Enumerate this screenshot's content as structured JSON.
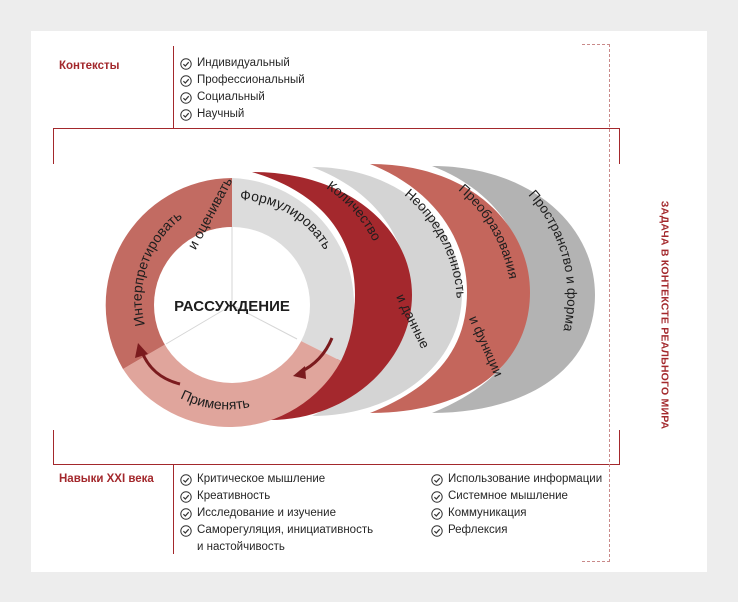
{
  "contexts": {
    "title": "Контексты",
    "items": [
      "Индивидуальный",
      "Профессиональный",
      "Социальный",
      "Научный"
    ]
  },
  "skills": {
    "title": "Навыки XXI века",
    "left_items": [
      "Критическое мышление",
      "Креативность",
      "Исследование и изучение",
      "Саморегуляция, инициативность",
      "и настойчивость"
    ],
    "right_items": [
      "Использование информации",
      "Системное мышление",
      "Коммуникация",
      "Рефлексия"
    ]
  },
  "cycle": {
    "center_label": "РАССУЖДЕНИЕ",
    "formulate": "Формулировать",
    "apply": "Применять",
    "interpret": "Интерпретировать",
    "evaluate": "и оценивать"
  },
  "content_areas": {
    "quantity": "Количество",
    "uncertainty_1": "Неопределенность",
    "uncertainty_2": "и данные",
    "change_1": "Преобразования",
    "change_2": "и функции",
    "space": "Пространство и форма"
  },
  "side_title": "ЗАДАЧА В КОНТЕКСТЕ РЕАЛЬНОГО МИРА",
  "colors": {
    "accent": "#a3282c",
    "interpret_ring": "#c26b62",
    "formulate_ring": "#dcdcdc",
    "apply_ring": "#e0a59c",
    "quantity_band": "#a4282d",
    "uncertainty_band": "#d4d4d4",
    "change_band": "#c4665c",
    "space_band": "#b3b3b3"
  }
}
